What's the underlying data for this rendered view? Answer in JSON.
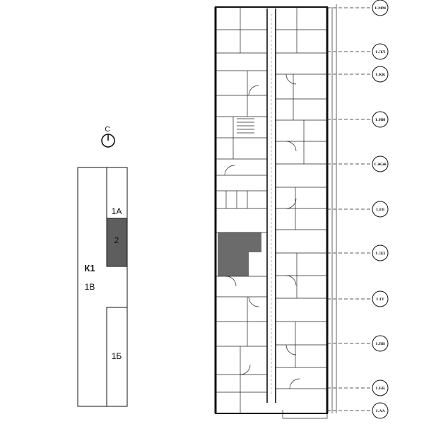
{
  "compass": {
    "label": "С"
  },
  "key_plan": {
    "building_label": "К1",
    "section_1a": "1А",
    "section_2": "2",
    "section_1b": "1Б",
    "section_1v": "1В",
    "highlight_color": "#5e5e5e"
  },
  "plan": {
    "highlight_color": "#6b6b6b",
    "axes": [
      "1.ММ",
      "1.ЛЛ",
      "1.КК",
      "1.ИИ",
      "1.ЖЖ",
      "1.ЕЕ",
      "1.ДД",
      "1.ГГ",
      "1.ВВ",
      "1.ББ",
      "1.АА"
    ]
  }
}
